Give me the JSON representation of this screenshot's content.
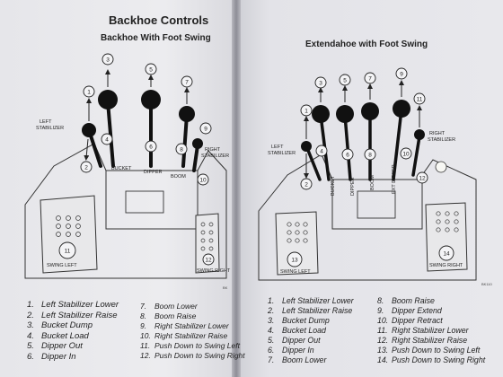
{
  "left_page": {
    "title": "Backhoe Controls",
    "subtitle": "Backhoe With Foot Swing",
    "labels": {
      "left_stabilizer": [
        "LEFT",
        "STABILIZER"
      ],
      "right_stabilizer": [
        "RIGHT",
        "STABILIZER"
      ],
      "bucket": "BUCKET",
      "dipper": "DIPPER",
      "boom": "BOOM",
      "swing_left": "SWING LEFT",
      "swing_right": "SWING RIGHT"
    },
    "callouts": [
      "1",
      "2",
      "3",
      "4",
      "5",
      "6",
      "7",
      "8",
      "9",
      "10",
      "11",
      "12"
    ],
    "figure_id": "BK",
    "legend_left": [
      {
        "n": "1.",
        "text": "Left Stabilizer Lower"
      },
      {
        "n": "2.",
        "text": "Left Stabilizer Raise"
      },
      {
        "n": "3.",
        "text": "Bucket Dump"
      },
      {
        "n": "4.",
        "text": "Bucket Load"
      },
      {
        "n": "5.",
        "text": "Dipper Out"
      },
      {
        "n": "6.",
        "text": "Dipper In"
      }
    ],
    "legend_right": [
      {
        "n": "7.",
        "text": "Boom Lower"
      },
      {
        "n": "8.",
        "text": "Boom Raise"
      },
      {
        "n": "9.",
        "text": "Right Stabilizer Lower"
      },
      {
        "n": "10.",
        "text": "Right Stabilizer Raise"
      },
      {
        "n": "11.",
        "text": "Push Down to Swing Left"
      },
      {
        "n": "12.",
        "text": "Push Down to Swing Right"
      }
    ]
  },
  "right_page": {
    "subtitle": "Extendahoe with Foot Swing",
    "labels": {
      "left_stabilizer": [
        "LEFT",
        "STABILIZER"
      ],
      "right_stabilizer": [
        "RIGHT",
        "STABILIZER"
      ],
      "bucket": "BUCKET",
      "dipper": "DIPPER",
      "boom": "BOOM",
      "ext_dipper": "EXT DIPPER",
      "swing_left": "SWING LEFT",
      "swing_right": "SWING RIGHT"
    },
    "callouts": [
      "1",
      "2",
      "3",
      "4",
      "5",
      "6",
      "7",
      "8",
      "9",
      "10",
      "11",
      "12",
      "13",
      "14"
    ],
    "figure_id": "BK110",
    "legend_left": [
      {
        "n": "1.",
        "text": "Left Stabilizer Lower"
      },
      {
        "n": "2.",
        "text": "Left Stabilizer Raise"
      },
      {
        "n": "3.",
        "text": "Bucket Dump"
      },
      {
        "n": "4.",
        "text": "Bucket Load"
      },
      {
        "n": "5.",
        "text": "Dipper Out"
      },
      {
        "n": "6.",
        "text": "Dipper In"
      },
      {
        "n": "7.",
        "text": "Boom Lower"
      }
    ],
    "legend_right": [
      {
        "n": "8.",
        "text": "Boom Raise"
      },
      {
        "n": "9.",
        "text": "Dipper Extend"
      },
      {
        "n": "10.",
        "text": "Dipper Retract"
      },
      {
        "n": "11.",
        "text": "Right Stabilizer Lower"
      },
      {
        "n": "12.",
        "text": "Right Stabilizer Raise"
      },
      {
        "n": "13.",
        "text": "Push Down to Swing Left"
      },
      {
        "n": "14.",
        "text": "Push Down to Swing Right"
      }
    ]
  }
}
